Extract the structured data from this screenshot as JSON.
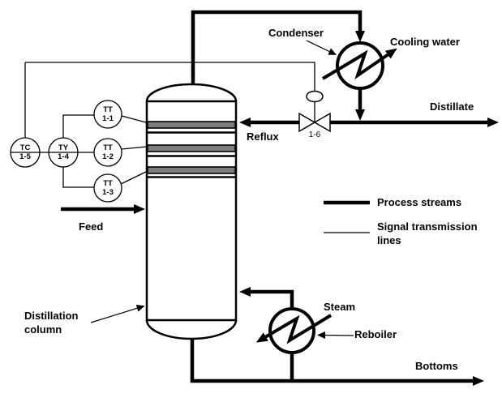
{
  "labels": {
    "condenser": "Condenser",
    "cooling_water": "Cooling water",
    "distillate": "Distillate",
    "reflux": "Reflux",
    "feed": "Feed",
    "steam": "Steam",
    "reboiler": "Reboiler",
    "bottoms": "Bottoms",
    "distillation_column_line1": "Distillation",
    "distillation_column_line2": "column"
  },
  "legend": {
    "process_streams": "Process streams",
    "signal_line1": "Signal transmission",
    "signal_line2": "lines"
  },
  "instruments": [
    {
      "tag": "TT",
      "id": "1-1"
    },
    {
      "tag": "TT",
      "id": "1-2"
    },
    {
      "tag": "TT",
      "id": "1-3"
    },
    {
      "tag": "TY",
      "id": "1-4"
    },
    {
      "tag": "TC",
      "id": "1-5"
    }
  ],
  "valve": {
    "id": "1-6"
  },
  "colors": {
    "line": "#000000",
    "tray_fill": "#7d7d7d",
    "background": "#ffffff"
  }
}
